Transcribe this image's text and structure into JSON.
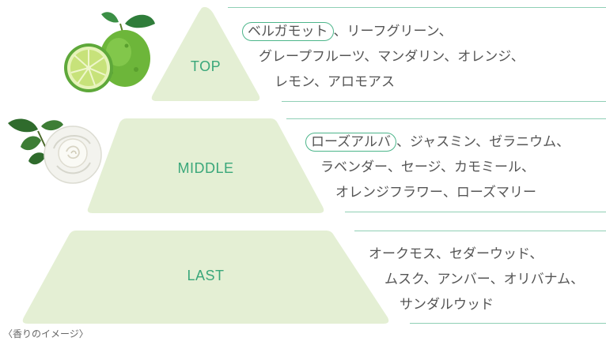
{
  "colors": {
    "pyramid_fill": "#e4efd4",
    "label_color": "#3aa77a",
    "line_color": "#8fcfb5",
    "text_color": "#555555",
    "highlight_border": "#4cb58a"
  },
  "tiers": [
    {
      "label": "TOP",
      "highlight": "ベルガモット",
      "line1_rest": "、リーフグリーン、",
      "line2": "グレープフルーツ、マンダリン、オレンジ、",
      "line3": "レモン、アロモアス",
      "illustration": "bergamot-illustration"
    },
    {
      "label": "MIDDLE",
      "highlight": "ローズアルバ",
      "line1_rest": "、ジャスミン、ゼラニウム、",
      "line2": "ラベンダー、セージ、カモミール、",
      "line3": "オレンジフラワー、ローズマリー",
      "illustration": "white-rose-illustration"
    },
    {
      "label": "LAST",
      "line1": "オークモス、セダーウッド、",
      "line2": "ムスク、アンバー、オリバナム、",
      "line3": "サンダルウッド"
    }
  ],
  "caption": "〈香りのイメージ〉"
}
